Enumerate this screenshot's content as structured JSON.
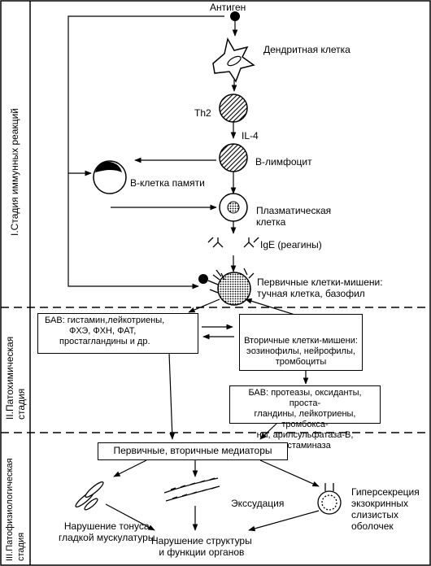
{
  "stages": {
    "stage1": "I.Стадия иммунных реакций",
    "stage2_line1": "II.Патохимическая",
    "stage2_line2": "стадия",
    "stage3_line1": "III.Патофизиологическая",
    "stage3_line2": "стадия"
  },
  "nodes": {
    "antigen": "Антиген",
    "dendritic": "Дендритная клетка",
    "th2": "Th2",
    "il4": "IL-4",
    "b_lymphocyte": "В-лимфоцит",
    "b_memory": "В-клетка памяти",
    "plasma_line1": "Плазматическая",
    "plasma_line2": "клетка",
    "ige": "IgE (реагины)",
    "primary_line1": "Первичные клетки-мишени:",
    "primary_line2": "тучная клетка, базофил"
  },
  "boxes": {
    "bav1": [
      "БАВ: гистамин,лейкотриены,",
      "ФХЭ, ФХН, ФАТ,",
      "простагландины и др."
    ],
    "secondary": [
      "Вторичные клетки-мишени:",
      "эозинофилы, нейрофилы,",
      "тромбоциты"
    ],
    "bav2": [
      "БАВ: протеазы, оксиданты, проста-",
      "гландины, лейкотриены, тромбокса-",
      "ны, арилсульфатаза-В, гистаминаза"
    ],
    "mediators": "Первичные, вторичные медиаторы"
  },
  "effects": {
    "smooth_line1": "Нарушение тонуса",
    "smooth_line2": "гладкой мускулатуры",
    "exudation": "Экссудация",
    "organs_line1": "Нарушение структуры",
    "organs_line2": "и функции органов",
    "hyper_line1": "Гиперсекреция",
    "hyper_line2": "экзокринных",
    "hyper_line3": "слизистых",
    "hyper_line4": "оболочек"
  }
}
